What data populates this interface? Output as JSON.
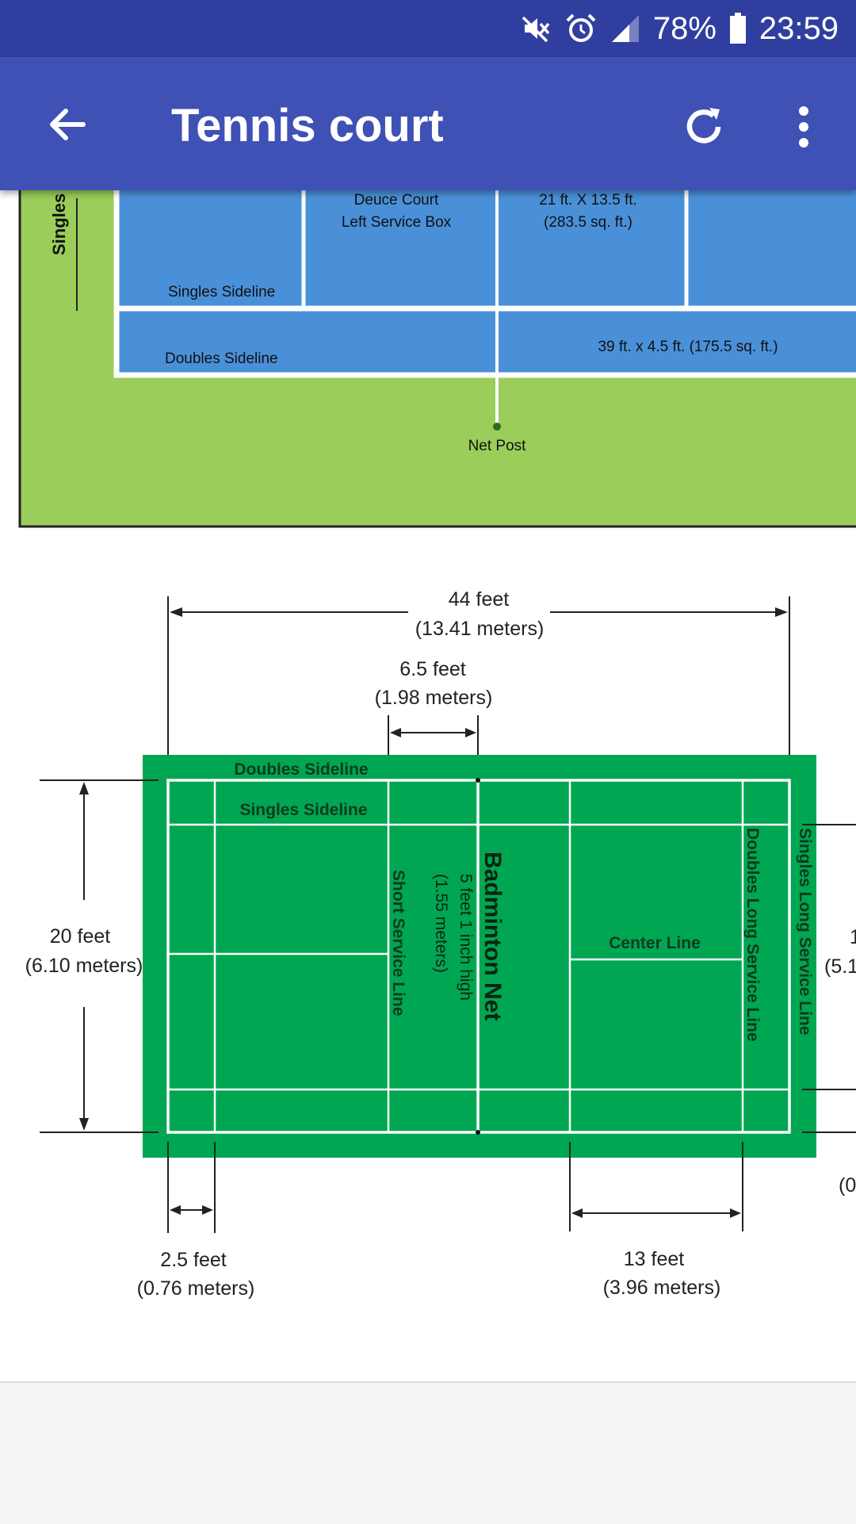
{
  "status_bar": {
    "battery_percent": "78%",
    "time": "23:59",
    "icons": [
      "mute-icon",
      "alarm-icon",
      "signal-icon",
      "battery-icon"
    ]
  },
  "app_bar": {
    "title": "Tennis court",
    "icons": [
      "back-arrow-icon",
      "refresh-icon",
      "more-vert-icon"
    ]
  },
  "tennis_diagram": {
    "singles_sideline_vertical": "Singles",
    "deuce_court_line1": "Deuce Court",
    "deuce_court_line2": "Left Service Box",
    "service_box_size_line1": "21 ft. X 13.5 ft.",
    "service_box_size_line2": "(283.5 sq. ft.)",
    "singles_sideline": "Singles Sideline",
    "doubles_sideline": "Doubles Sideline",
    "alley_size": "39 ft. x 4.5 ft. (175.5 sq. ft.)",
    "net_post": "Net Post"
  },
  "badminton_diagram": {
    "width_line1": "44 feet",
    "width_line2": "(13.41 meters)",
    "short_service_line1": "6.5 feet",
    "short_service_line2": "(1.98 meters)",
    "doubles_sideline": "Doubles Sideline",
    "singles_sideline": "Singles Sideline",
    "height_line1": "20 feet",
    "height_line2": "(6.10 meters)",
    "short_service_line": "Short Service Line",
    "net_sub_line1": "5 feet 1 inch high",
    "net_sub_line2": "(1.55 meters)",
    "net_label": "Badminton Net",
    "center_line": "Center Line",
    "doubles_long_service_line": "Doubles Long Service Line",
    "singles_long_service_line": "Singles Long Service Line",
    "right_partial_line1": "1",
    "right_partial_line2": "(5.1",
    "right_partial_line3": "(0",
    "alley_line1": "2.5 feet",
    "alley_line2": "(0.76 meters)",
    "back_line1": "13 feet",
    "back_line2": "(3.96 meters)"
  },
  "colors": {
    "status_bar": "#303F9F",
    "app_bar": "#3F51B5",
    "tennis_court_blue": "#4A90D9",
    "tennis_grass": "#9ACD5A",
    "badminton_green": "#00A651"
  }
}
